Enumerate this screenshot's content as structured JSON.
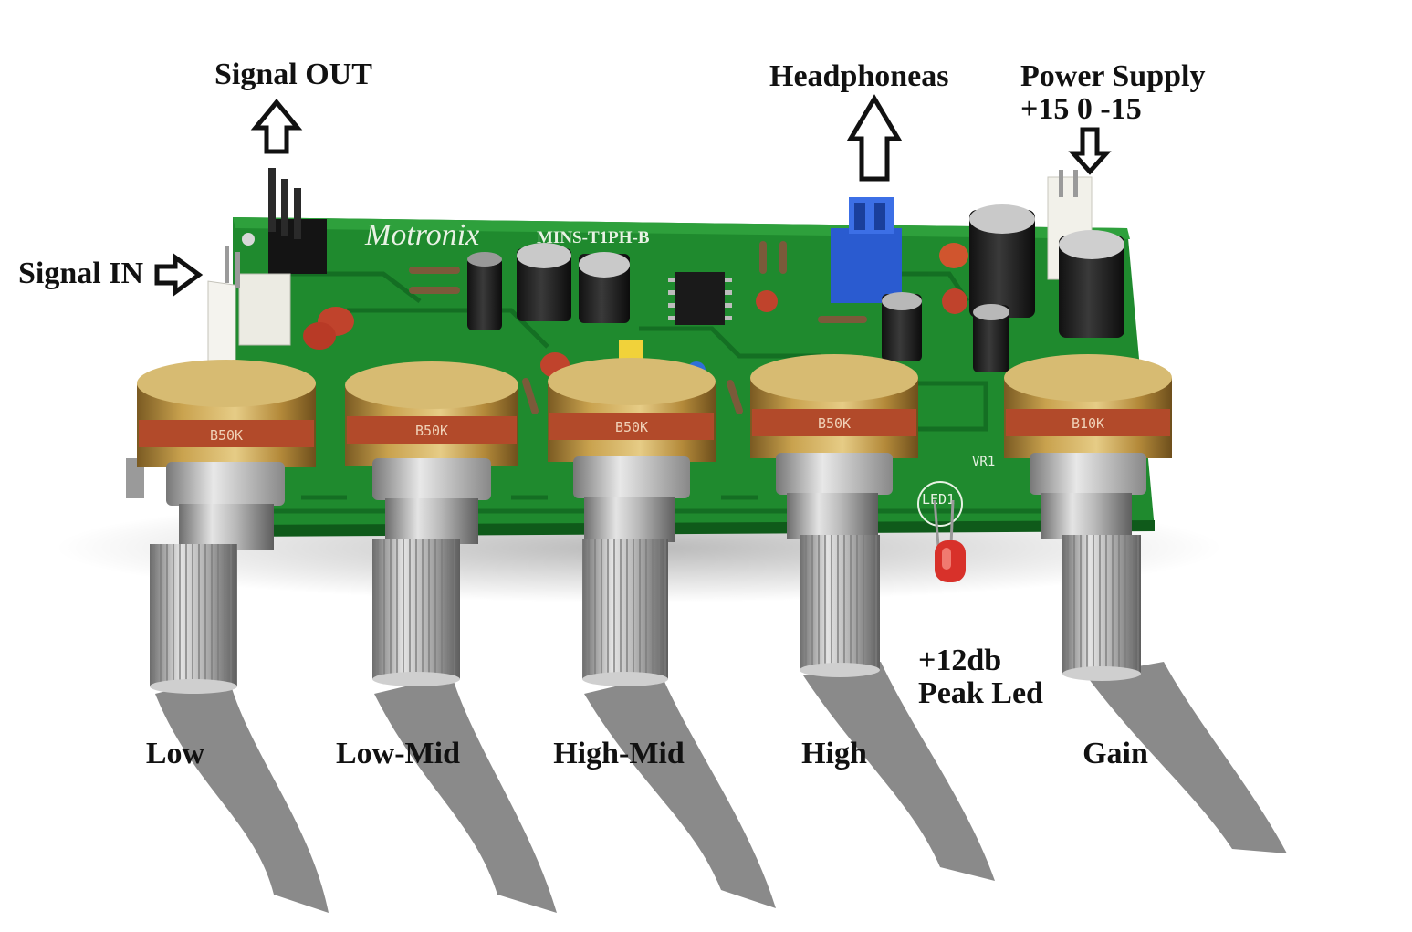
{
  "labels": {
    "signal_out": "Signal OUT",
    "signal_in": "Signal IN",
    "headphones": "Headphoneas",
    "power_supply_title": "Power Supply",
    "power_supply_rails": "+15 0 -15",
    "peak_led_level": "+12db",
    "peak_led": "Peak Led",
    "knob_low": "Low",
    "knob_low_mid": "Low-Mid",
    "knob_high_mid": "High-Mid",
    "knob_high": "High",
    "knob_gain": "Gain"
  },
  "board": {
    "brand": "Motronix",
    "model": "MINS-T1PH-B",
    "pot_values": [
      "B50K",
      "B50K",
      "B50K",
      "B50K",
      "B10K"
    ],
    "silk_led": "LED1",
    "silk_vr": "VR1"
  },
  "colors": {
    "pcb_green": "#1f8a2e",
    "pcb_dark": "#136b22",
    "brass": "#b48a3a",
    "label_text": "#111111"
  }
}
